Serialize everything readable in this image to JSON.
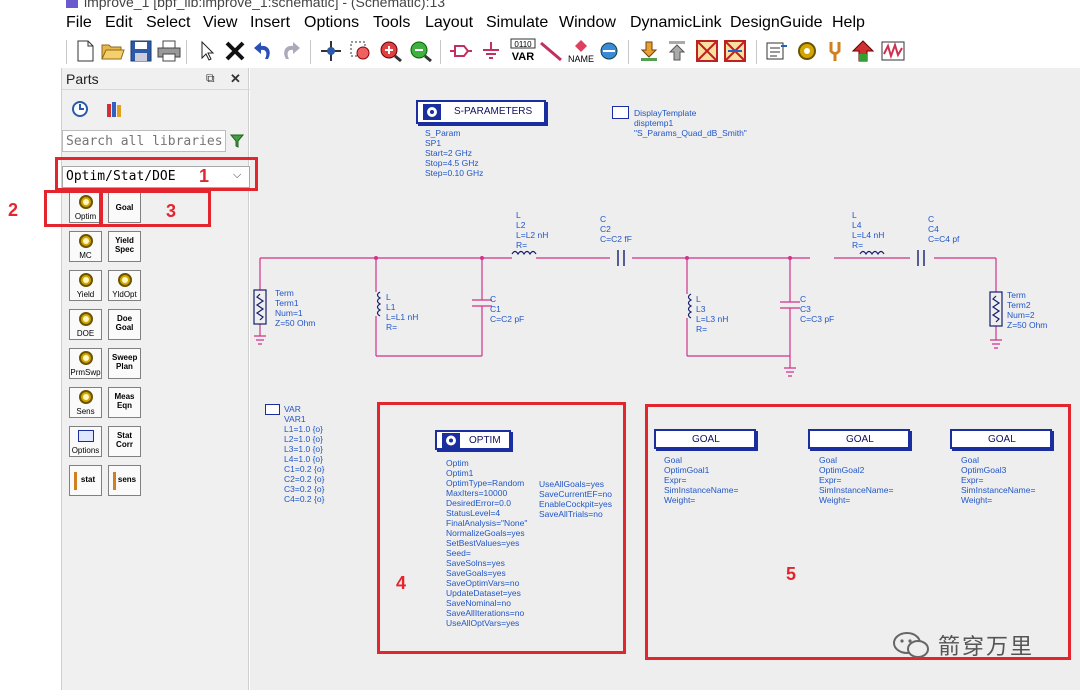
{
  "window": {
    "title": "improve_1 [bpf_lib:improve_1:schematic] - (Schematic):13"
  },
  "menu": [
    "File",
    "Edit",
    "Select",
    "View",
    "Insert",
    "Options",
    "Tools",
    "Layout",
    "Simulate",
    "Window",
    "DynamicLink",
    "DesignGuide",
    "Help"
  ],
  "toolbar": {
    "var_label": "VAR",
    "var_bits": "0110",
    "name_label": "NAME"
  },
  "parts_panel": {
    "title": "Parts",
    "pin_glyph": "⧉",
    "close_glyph": "✕",
    "search_placeholder": "Search all libraries",
    "library": "Optim/Stat/DOE",
    "items": [
      {
        "label": "Optim",
        "kind": "cog"
      },
      {
        "label": "Goal",
        "kind": "box"
      },
      {
        "label": "MC",
        "kind": "cog"
      },
      {
        "label": "Yield Spec",
        "kind": "box"
      },
      {
        "label": "Yield",
        "kind": "cog"
      },
      {
        "label": "YldOpt",
        "kind": "cog"
      },
      {
        "label": "DOE",
        "kind": "cog"
      },
      {
        "label": "Doe Goal",
        "kind": "box"
      },
      {
        "label": "PrmSwp",
        "kind": "cog"
      },
      {
        "label": "Sweep Plan",
        "kind": "box"
      },
      {
        "label": "Sens",
        "kind": "cog"
      },
      {
        "label": "Meas Eqn",
        "kind": "box"
      },
      {
        "label": "Options",
        "kind": "win"
      },
      {
        "label": "Stat Corr",
        "kind": "box"
      },
      {
        "label": "stat",
        "kind": "bar"
      },
      {
        "label": "sens",
        "kind": "bar"
      }
    ]
  },
  "schematic": {
    "sparam": {
      "title": "S-PARAMETERS",
      "lines": "S_Param\nSP1\nStart=2 GHz\nStop=4.5 GHz\nStep=0.10 GHz"
    },
    "display_template": {
      "lines": "DisplayTemplate\ndisptemp1\n\"S_Params_Quad_dB_Smith\""
    },
    "term1": "Term\nTerm1\nNum=1\nZ=50 Ohm",
    "term2": "Term\nTerm2\nNum=2\nZ=50 Ohm",
    "L1": "L\nL1\nL=L1 nH\nR=",
    "L2": "L\nL2\nL=L2 nH\nR=",
    "L3": "L\nL3\nL=L3 nH\nR=",
    "L4": "L\nL4\nL=L4 nH\nR=",
    "C1": "C\nC1\nC=C2 pF",
    "C2": "C\nC2\nC=C2 fF",
    "C3": "C\nC3\nC=C3 pF",
    "C4": "C\nC4\nC=C4 pf",
    "var": "VAR\nVAR1\nL1=1.0 {o}\nL2=1.0 {o}\nL3=1.0 {o}\nL4=1.0 {o}\nC1=0.2 {o}\nC2=0.2 {o}\nC3=0.2 {o}\nC4=0.2 {o}",
    "optim": {
      "title": "OPTIM",
      "col1": "Optim\nOptim1\nOptimType=Random\nMaxIters=10000\nDesiredError=0.0\nStatusLevel=4\nFinalAnalysis=\"None\"\nNormalizeGoals=yes\nSetBestValues=yes\nSeed=\nSaveSolns=yes\nSaveGoals=yes\nSaveOptimVars=no\nUpdateDataset=yes\nSaveNominal=no\nSaveAllIterations=no\nUseAllOptVars=yes",
      "col2": "UseAllGoals=yes\nSaveCurrentEF=no\nEnableCockpit=yes\nSaveAllTrials=no"
    },
    "goals": [
      {
        "title": "GOAL",
        "lines": "Goal\nOptimGoal1\nExpr=\nSimInstanceName=\nWeight="
      },
      {
        "title": "GOAL",
        "lines": "Goal\nOptimGoal2\nExpr=\nSimInstanceName=\nWeight="
      },
      {
        "title": "GOAL",
        "lines": "Goal\nOptimGoal3\nExpr=\nSimInstanceName=\nWeight="
      }
    ]
  },
  "annotations": [
    "1",
    "2",
    "3",
    "4",
    "5"
  ],
  "watermark": "箭穿万里",
  "colors": {
    "annotation_red": "#e3262e",
    "label_blue": "#2156c8",
    "wire_pink": "#d0328c",
    "block_border": "#1a2ea0"
  }
}
